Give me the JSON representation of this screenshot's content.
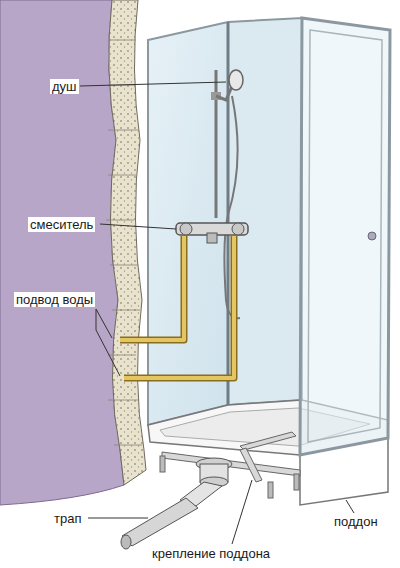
{
  "diagram": {
    "labels": [
      "душ",
      "смеситель",
      "подвод воды",
      "трап",
      "крепление поддона",
      "поддон"
    ]
  }
}
